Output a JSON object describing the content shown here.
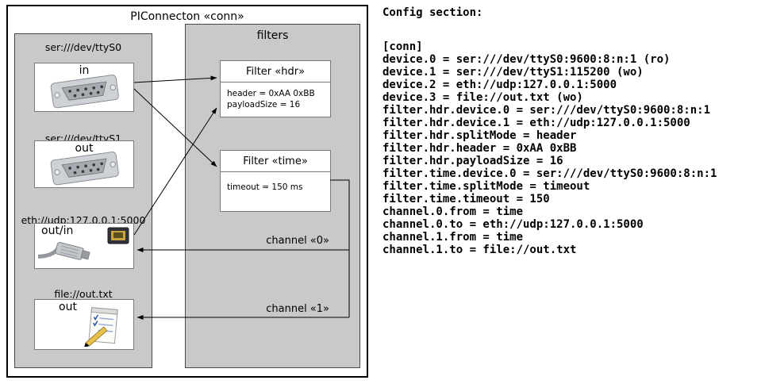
{
  "diagram": {
    "title": "PIConnecton «conn»",
    "filters_title": "filters",
    "devices": [
      {
        "label": "ser:///dev/ttyS0",
        "port": "in"
      },
      {
        "label": "ser:///dev/ttyS1",
        "port": "out"
      },
      {
        "label": "eth://udp:127.0.0.1:5000",
        "port": "out/in"
      },
      {
        "label": "file://out.txt",
        "port": "out"
      }
    ],
    "filters": [
      {
        "title": "Filter «hdr»",
        "params": [
          "header = 0xAA 0xBB",
          "payloadSize = 16"
        ]
      },
      {
        "title": "Filter «time»",
        "params": [
          "timeout = 150 ms"
        ]
      }
    ],
    "channels": [
      {
        "label": "channel «0»"
      },
      {
        "label": "channel «1»"
      }
    ]
  },
  "config": {
    "heading": "Config section:",
    "lines": [
      "[conn]",
      "device.0 = ser:///dev/ttyS0:9600:8:n:1 (ro)",
      "device.1 = ser:///dev/ttyS1:115200 (wo)",
      "device.2 = eth://udp:127.0.0.1:5000",
      "device.3 = file://out.txt (wo)",
      "filter.hdr.device.0 = ser:///dev/ttyS0:9600:8:n:1",
      "filter.hdr.device.1 = eth://udp:127.0.0.1:5000",
      "filter.hdr.splitMode = header",
      "filter.hdr.header = 0xAA 0xBB",
      "filter.hdr.payloadSize = 16",
      "filter.time.device.0 = ser:///dev/ttyS0:9600:8:n:1",
      "filter.time.splitMode = timeout",
      "filter.time.timeout = 150",
      "channel.0.from = time",
      "channel.0.to = eth://udp:127.0.0.1:5000",
      "channel.1.from = time",
      "channel.1.to = file://out.txt"
    ]
  }
}
